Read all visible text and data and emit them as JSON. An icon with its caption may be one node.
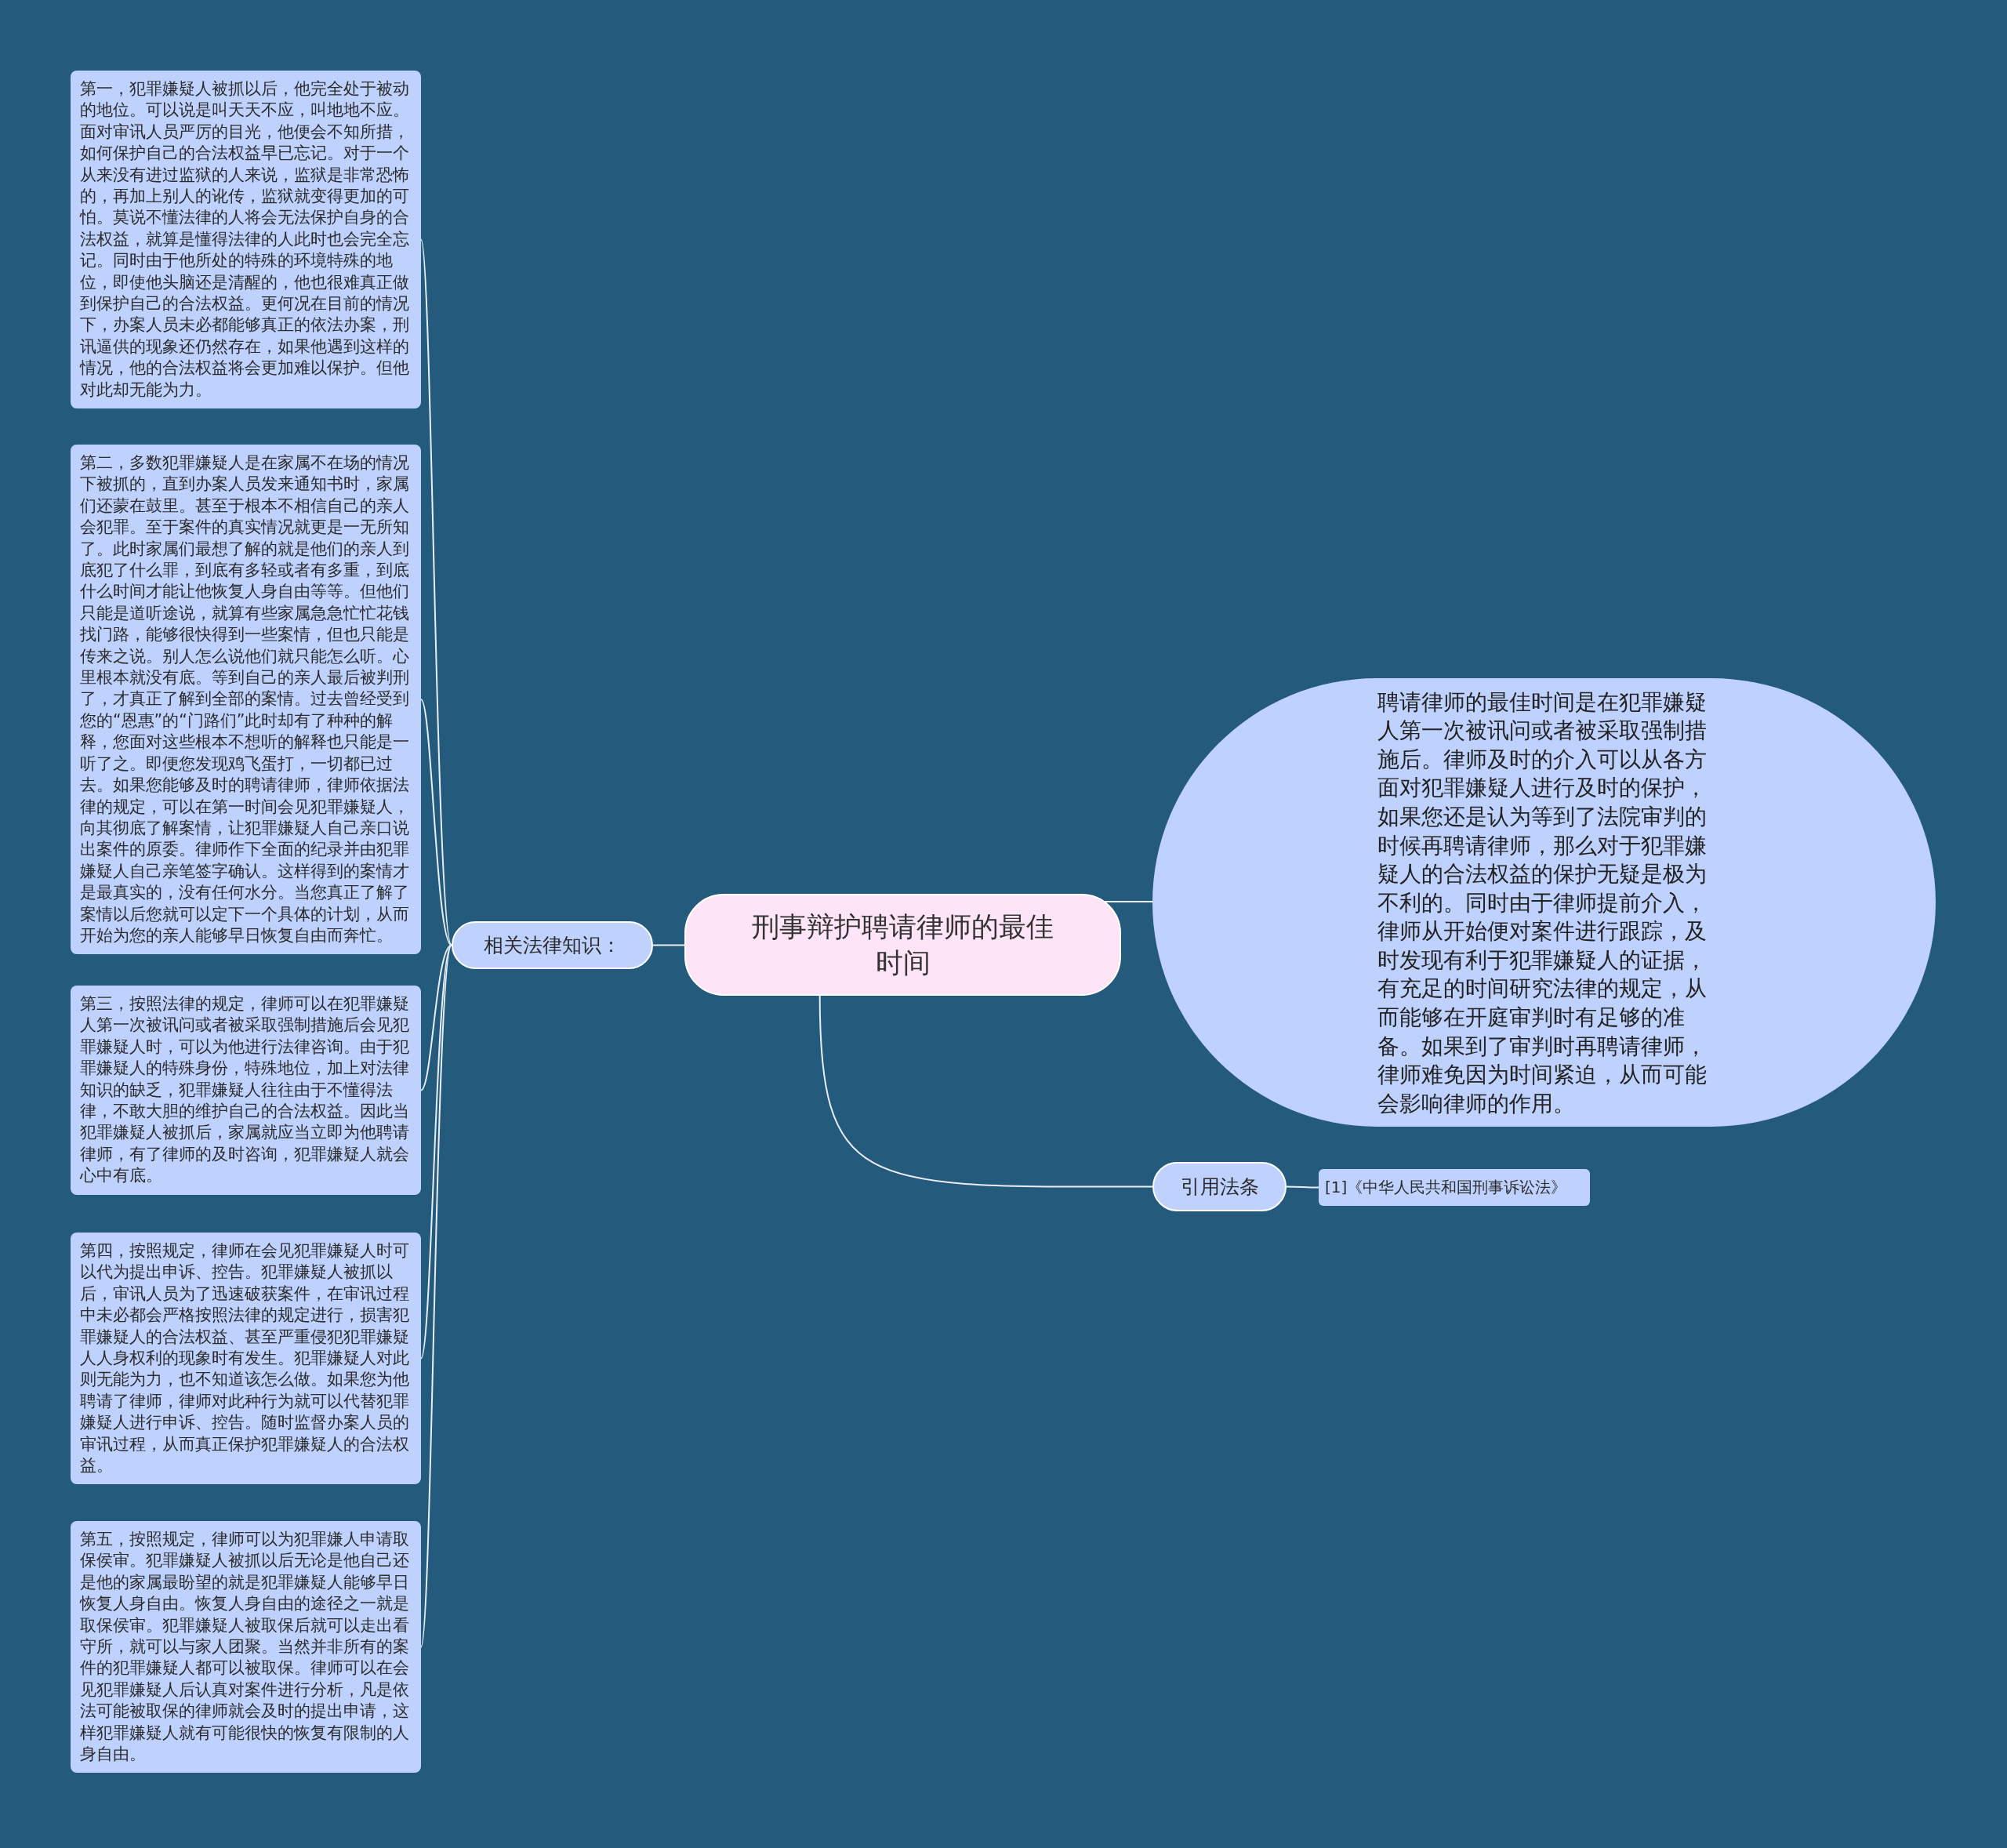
{
  "diagram": {
    "nodes": [
      {
        "text": [
          "刑事辩护聘请律师的最佳时间"
        ]
      },
      {
        "text": [
          "相关法律知识："
        ]
      },
      {
        "text": [
          "第一，犯罪嫌疑人被抓以后，他完全处于被动的地位。可以说是叫天天不应，叫地地不应。面对审讯人员严厉的目光，他便会不知所措，如何保护自己的合法权益早已忘记。对于一个从来没有进过监狱的人来说，监狱是非常恐怖的，再加上别人的讹传，监狱就变得更加的可怕。莫说不懂法律的人将会无法保护自身的合法权益，就算是懂得法律的人此时也会完全忘记。同时由于他所处的特殊的环境特殊的地位，即使他头脑还是清醒的，他也很难真正做到保护自己的合法权益。更何况在目前的情况下，办案人员未必都能够真正的依法办案，刑讯逼供的现象还仍然存在，如果他遇到这样的情况，他的合法权益将会更加难以保护。但他对此却无能为力。"
        ]
      },
      {
        "text": [
          "第二，多数犯罪嫌疑人是在家属不在场的情况下被抓的，直到办案人员发来通知书时，家属们还蒙在鼓里。甚至于根本不相信自己的亲人会犯罪。至于案件的真实情况就更是一无所知了。此时家属们最想了解的就是他们的亲人到底犯了什么罪，到底有多轻或者有多重，到底什么时间才能让他恢复人身自由等等。但他们只能是道听途说，就算有些家属急急忙忙花钱找门路，能够很快得到一些案情，但也只能是传来之说。别人怎么说他们就只能怎么听。心里根本就没有底。等到自己的亲人最后被判刑了，才真正了解到全部的案情。过去曾经受到您的“恩惠”的“门路们”此时却有了种种的解释，您面对这些根本不想听的解释也只能是一听了之。即便您发现鸡飞蛋打，一切都已过去。如果您能够及时的聘请律师，律师依据法律的规定，可以在第一时间会见犯罪嫌疑人，向其彻底了解案情，让犯罪嫌疑人自己亲口说出案件的原委。律师作下全面的纪录并由犯罪嫌疑人自己亲笔签字确认。这样得到的案情才是最真实的，没有任何水分。当您真正了解了案情以后您就可以定下一个具体的计划，从而开始为您的亲人能够早日恢复自由而奔忙。"
        ]
      },
      {
        "text": [
          "第三，按照法律的规定，律师可以在犯罪嫌疑人第一次被讯问或者被采取强制措施后会见犯罪嫌疑人时，可以为他进行法律咨询。由于犯罪嫌疑人的特殊身份，特殊地位，加上对法律知识的缺乏，犯罪嫌疑人往往由于不懂得法律，不敢大胆的维护自己的合法权益。因此当犯罪嫌疑人被抓后，家属就应当立即为他聘请律师，有了律师的及时咨询，犯罪嫌疑人就会心中有底。"
        ]
      },
      {
        "text": [
          "第四，按照规定，律师在会见犯罪嫌疑人时可以代为提出申诉、控告。犯罪嫌疑人被抓以后，审讯人员为了迅速破获案件，在审讯过程中未必都会严格按照法律的规定进行，损害犯罪嫌疑人的合法权益、甚至严重侵犯犯罪嫌疑人人身权利的现象时有发生。犯罪嫌疑人对此则无能为力，也不知道该怎么做。如果您为他聘请了律师，律师对此种行为就可以代替犯罪嫌疑人进行申诉、控告。随时监督办案人员的审讯过程，从而真正保护犯罪嫌疑人的合法权益。"
        ]
      },
      {
        "text": [
          "第五，按照规定，律师可以为犯罪嫌人申请取保侯审。犯罪嫌疑人被抓以后无论是他自己还是他的家属最盼望的就是犯罪嫌疑人能够早日恢复人身自由。恢复人身自由的途径之一就是取保侯审。犯罪嫌疑人被取保后就可以走出看守所，就可以与家人团聚。当然并非所有的案件的犯罪嫌疑人都可以被取保。律师可以在会见犯罪嫌疑人后认真对案件进行分析，凡是依法可能被取保的律师就会及时的提出申请，这样犯罪嫌疑人就有可能很快的恢复有限制的人身自由。"
        ]
      },
      {
        "text": [
          "聘请律师的最佳时间是在犯罪嫌疑人第一次被讯问或者被采取强制措施后。律师及时的介入可以从各方面对犯罪嫌疑人进行及时的保护，如果您还是认为等到了法院审判的时候再聘请律师，那么对于犯罪嫌疑人的合法权益的保护无疑是极为不利的。同时由于律师提前介入，律师从开始便对案件进行跟踪，及时发现有利于犯罪嫌疑人的证据，有充足的时间研究法律的规定，从而能够在开庭审判时有足够的准备。如果到了审判时再聘请律师，律师难免因为时间紧迫，从而可能会影响律师的作用。"
        ]
      },
      {
        "text": [
          "引用法条"
        ]
      },
      {
        "text": [
          "[1]《中华人民共和国刑事诉讼法》"
        ]
      }
    ],
    "edges": [
      {
        "from": 0,
        "to": 1,
        "arrow": "none"
      },
      {
        "from": 1,
        "to": 2,
        "arrow": "none"
      },
      {
        "from": 1,
        "to": 3,
        "arrow": "none"
      },
      {
        "from": 1,
        "to": 4,
        "arrow": "none"
      },
      {
        "from": 1,
        "to": 5,
        "arrow": "none"
      },
      {
        "from": 1,
        "to": 6,
        "arrow": "none"
      },
      {
        "from": 0,
        "to": 7,
        "arrow": "none"
      },
      {
        "from": 0,
        "to": 8,
        "arrow": "none"
      },
      {
        "from": 8,
        "to": 9,
        "arrow": "none"
      }
    ]
  }
}
